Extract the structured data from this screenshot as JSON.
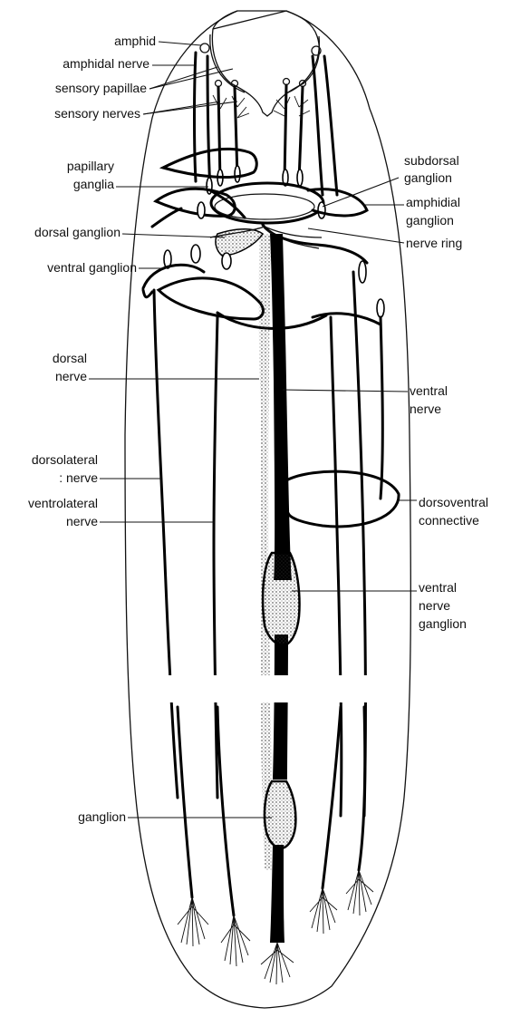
{
  "labels": {
    "amphid": "amphid",
    "amphidal_nerve": "amphidal nerve",
    "sensory_papillae": "sensory papillae",
    "sensory_nerves": "sensory nerves",
    "papillary_ganglia_1": "papillary",
    "papillary_ganglia_2": "ganglia",
    "dorsal_ganglion": "dorsal ganglion",
    "ventral_ganglion": "ventral ganglion",
    "dorsal_nerve_1": "dorsal",
    "dorsal_nerve_2": "nerve",
    "dorsolateral_nerve_1": "dorsolateral",
    "dorsolateral_nerve_2": ": nerve",
    "ventrolateral_nerve_1": "ventrolateral",
    "ventrolateral_nerve_2": "nerve",
    "ganglion": "ganglion",
    "subdorsal_ganglion_1": "subdorsal",
    "subdorsal_ganglion_2": "ganglion",
    "amphidial_ganglion_1": "amphidial",
    "amphidial_ganglion_2": "ganglion",
    "nerve_ring": "nerve ring",
    "ventral_nerve_1": "ventral",
    "ventral_nerve_2": "nerve",
    "dorsoventral_connective_1": "dorsoventral",
    "dorsoventral_connective_2": "connective",
    "ventral_nerve_ganglion_1": "ventral",
    "ventral_nerve_ganglion_2": "nerve",
    "ventral_nerve_ganglion_3": "ganglion"
  }
}
